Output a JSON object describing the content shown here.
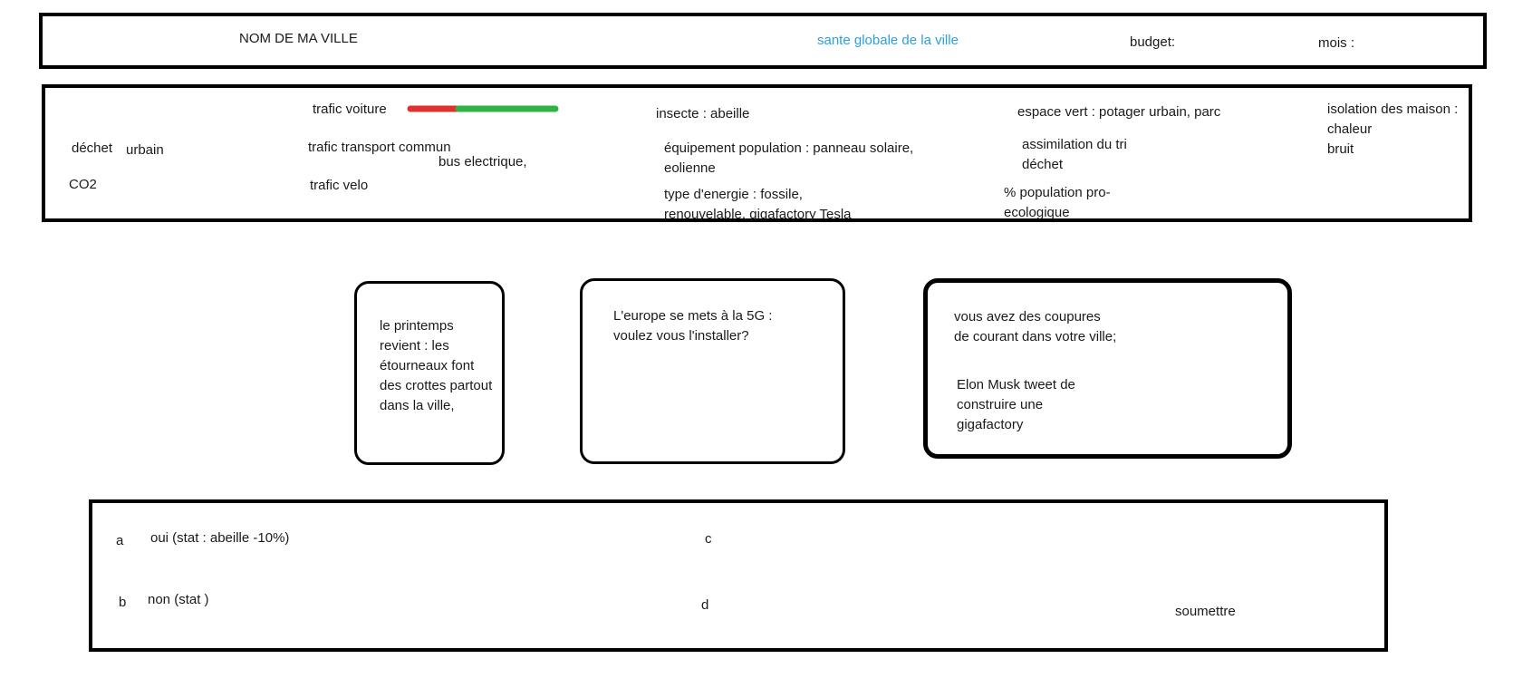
{
  "header": {
    "city_name": "NOM DE MA VILLE",
    "health_label": "sante globale de la ville",
    "budget_label": "budget:",
    "month_label": "mois :"
  },
  "stats": {
    "waste_label": "déchet",
    "waste_value": "urbain",
    "co2_label": "CO2",
    "car_traffic": "trafic voiture",
    "car_traffic_bar_colors": [
      "#e03131",
      "#2fb344"
    ],
    "public_transport": "trafic transport commun",
    "public_transport_value": "bus electrique,",
    "bike_traffic": "trafic velo",
    "insect": "insecte : abeille",
    "equipment": "équipement population : panneau solaire, eolienne",
    "energy_type": "type d'energie : fossile, renouvelable, gigafactory Tesla",
    "green_space": "espace vert  : potager urbain, parc",
    "recycling": "assimilation du tri déchet",
    "eco_population": "% population pro-ecologique",
    "insulation": "isolation des maison :",
    "insulation_heat": "chaleur",
    "insulation_noise": "bruit"
  },
  "events": {
    "card1": "le printemps revient : les étourneaux font des crottes partout dans la ville,",
    "card2": "L'europe se mets à la 5G : voulez vous l'installer?",
    "card3_line1": "vous avez des coupures de courant dans votre ville;",
    "card3_line2": "Elon Musk tweet de construire une gigafactory"
  },
  "choices": {
    "a_letter": "a",
    "a_text": "oui (stat : abeille -10%)",
    "b_letter": "b",
    "b_text": "non (stat )",
    "c_letter": "c",
    "d_letter": "d",
    "submit_label": "soumettre"
  }
}
